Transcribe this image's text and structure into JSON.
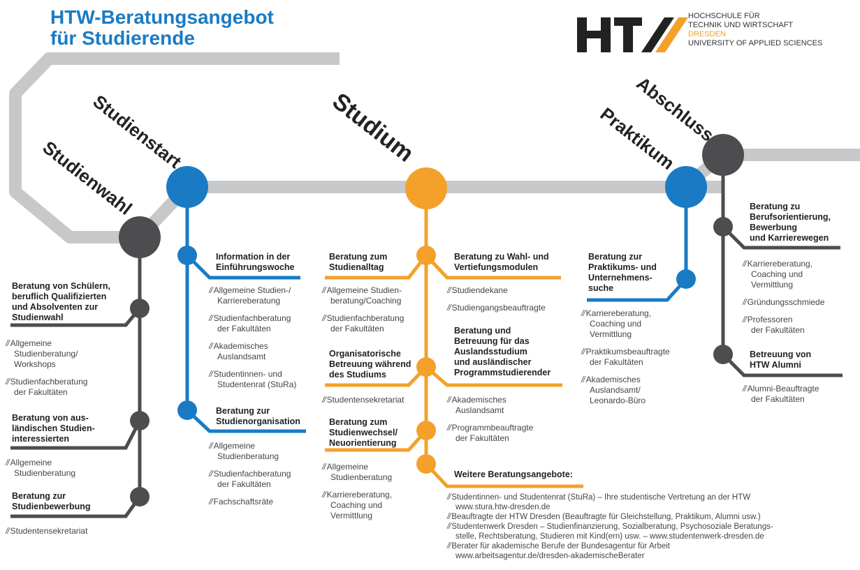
{
  "title": {
    "line1": "HTW-Beratungsangebot",
    "line2": "für Studierende"
  },
  "logo": {
    "mark": "HTW",
    "line1": "HOCHSCHULE FÜR",
    "line2": "TECHNIK UND WIRTSCHAFT",
    "line3": "DRESDEN",
    "line4": "UNIVERSITY OF APPLIED SCIENCES",
    "colors": {
      "dark": "#222222",
      "accent": "#f3a12a"
    }
  },
  "colors": {
    "track": "#c7c8ca",
    "gray": "#4d4d4f",
    "blue": "#1a7bc4",
    "orange": "#f3a12a"
  },
  "stages": {
    "studienwahl": "Studienwahl",
    "studienstart": "Studienstart",
    "studium": "Studium",
    "praktikum": "Praktikum",
    "abschluss": "Abschluss"
  },
  "studienwahl": {
    "g1": {
      "heading": [
        "Beratung von Schülern,",
        "beruflich Qualifizierten",
        "und Absolventen zur",
        "Studienwahl"
      ],
      "items": [
        "Allgemeine\nStudienberatung/\nWorkshops",
        "Studienfachberatung\nder Fakultäten"
      ]
    },
    "g2": {
      "heading": [
        "Beratung von aus-",
        "ländischen Studien-",
        "interessierten"
      ],
      "items": [
        "Allgemeine\nStudienberatung"
      ]
    },
    "g3": {
      "heading": [
        "Beratung zur",
        "Studienbewerbung"
      ],
      "items": [
        "Studentensekretariat"
      ]
    }
  },
  "studienstart": {
    "g1": {
      "heading": [
        "Information in der",
        "Einführungswoche"
      ],
      "items": [
        "Allgemeine Studien-/\nKarriereberatung",
        "Studienfachberatung\nder Fakultäten",
        "Akademisches\nAuslandsamt",
        "Studentinnen- und\nStudentenrat (StuRa)"
      ]
    },
    "g2": {
      "heading": [
        "Beratung zur",
        "Studienorganisation"
      ],
      "items": [
        "Allgemeine\nStudienberatung",
        "Studienfachberatung\nder Fakultäten",
        "Fachschaftsräte"
      ]
    }
  },
  "studium_left": {
    "g1": {
      "heading": [
        "Beratung zum",
        "Studienalltag"
      ],
      "items": [
        "Allgemeine Studien-\nberatung/Coaching",
        "Studienfachberatung\nder Fakultäten"
      ]
    },
    "g2": {
      "heading": [
        "Organisatorische",
        "Betreuung während",
        "des Studiums"
      ],
      "items": [
        "Studentensekretariat"
      ]
    },
    "g3": {
      "heading": [
        "Beratung zum",
        "Studienwechsel/",
        "Neuorientierung"
      ],
      "items": [
        "Allgemeine\nStudienberatung",
        "Karriereberatung,\nCoaching und\nVermittlung"
      ]
    }
  },
  "studium_right": {
    "g1": {
      "heading": [
        "Beratung zu Wahl- und",
        "Vertiefungsmodulen"
      ],
      "items": [
        "Studiendekane",
        "Studiengangsbeauftragte"
      ]
    },
    "g2": {
      "heading": [
        "Beratung und",
        "Betreuung für das",
        "Auslandsstudium",
        "und ausländischer",
        "Programmstudierender"
      ],
      "items": [
        "Akademisches\nAuslandsamt",
        "Programmbeauftragte\nder Fakultäten"
      ]
    },
    "g3": {
      "heading": [
        "Weitere Beratungsangebote:"
      ],
      "items": [
        "Studentinnen- und Studentenrat (StuRa) – Ihre studentische Vertretung an der HTW\nwww.stura.htw-dresden.de",
        "Beauftragte der HTW Dresden (Beauftragte für Gleichstellung, Praktikum, Alumni usw.)",
        "Studentenwerk Dresden – Studienfinanzierung, Sozialberatung, Psychosoziale Beratungs-\nstelle, Rechtsberatung, Studieren mit Kind(ern) usw. – www.studentenwerk-dresden.de",
        "Berater für akademische Berufe der Bundesagentur für Arbeit\nwww.arbeitsagentur.de/dresden-akademischeBerater"
      ]
    }
  },
  "praktikum": {
    "g1": {
      "heading": [
        "Beratung zur",
        "Praktikums- und",
        "Unternehmens-",
        "suche"
      ],
      "items": [
        "Karriereberatung,\nCoaching und\nVermittlung",
        "Praktikumsbeauftragte\nder Fakultäten",
        "Akademisches\nAuslandsamt/\nLeonardo-Büro"
      ]
    }
  },
  "abschluss": {
    "g1": {
      "heading": [
        "Beratung zu",
        "Berufsorientierung,",
        "Bewerbung",
        "und Karrierewegen"
      ],
      "items": [
        "Karriereberatung,\nCoaching und\nVermittlung",
        "Gründungsschmiede",
        "Professoren\nder Fakultäten"
      ]
    },
    "g2": {
      "heading": [
        "Betreuung von",
        "HTW Alumni"
      ],
      "items": [
        "Alumni-Beauftragte\nder Fakultäten"
      ]
    }
  }
}
